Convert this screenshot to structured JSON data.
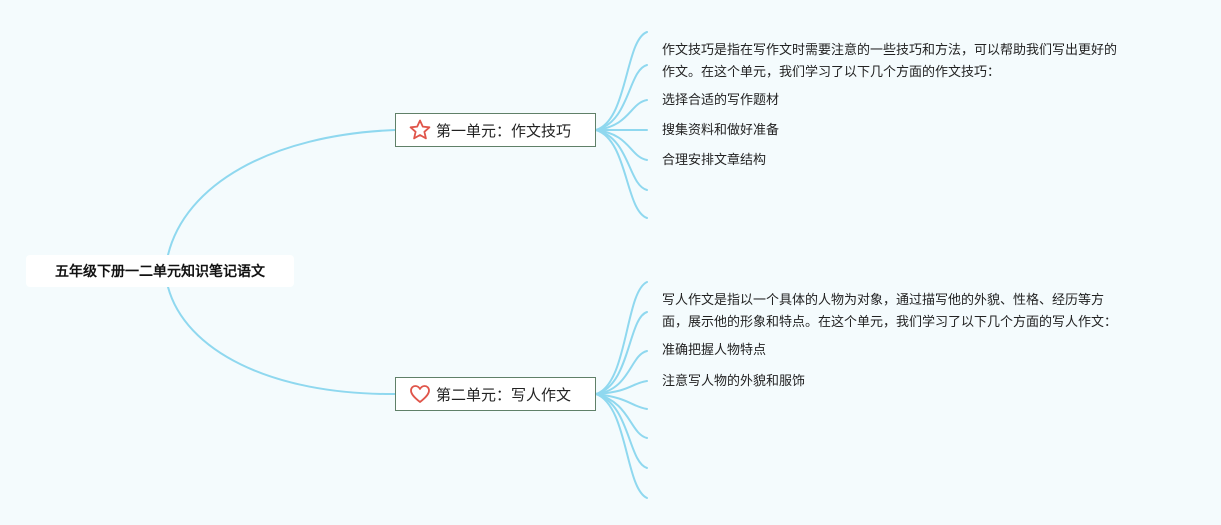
{
  "map": {
    "root": "五年级下册一二单元知识笔记语文",
    "colors": {
      "background": "#f4fbfd",
      "connector": "#8fd8ef",
      "topic_border": "#5f8068",
      "icon_red": "#e0554a"
    },
    "branches": [
      {
        "icon": "star-icon",
        "title": "第一单元：作文技巧",
        "intro": [
          "作文技巧是指在写作文时需要注意的一些技巧和方法，可以帮助我们写出更好的",
          "作文。在这个单元，我们学习了以下几个方面的作文技巧："
        ],
        "items": [
          "选择合适的写作题材",
          "搜集资料和做好准备",
          "合理安排文章结构"
        ]
      },
      {
        "icon": "heart-icon",
        "title": "第二单元：写人作文",
        "intro": [
          "写人作文是指以一个具体的人物为对象，通过描写他的外貌、性格、经历等方",
          "面，展示他的形象和特点。在这个单元，我们学习了以下几个方面的写人作文："
        ],
        "items": [
          "准确把握人物特点",
          "注意写人物的外貌和服饰"
        ]
      }
    ]
  }
}
